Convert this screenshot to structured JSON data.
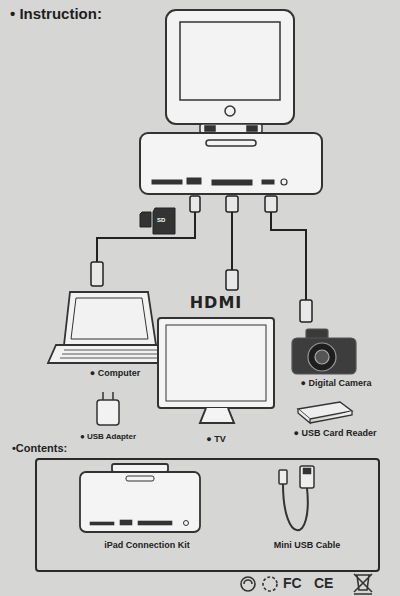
{
  "diagram": {
    "title": "• Instruction:",
    "nodes": [
      {
        "text": [
          "● Computer"
        ]
      },
      {
        "text": [
          "● USB Adapter"
        ]
      },
      {
        "text": [
          "HDMI",
          "● TV"
        ]
      },
      {
        "text": [
          "● Digital Camera"
        ]
      },
      {
        "text": [
          "● USB Card Reader"
        ]
      },
      {
        "text": [
          "•Contents:"
        ]
      },
      {
        "text": [
          "iPad Connection Kit"
        ],
        "in": 5
      },
      {
        "text": [
          "Mini USB Cable"
        ],
        "in": 5
      }
    ],
    "labels": [
      "FC",
      "CE",
      "SD"
    ]
  }
}
